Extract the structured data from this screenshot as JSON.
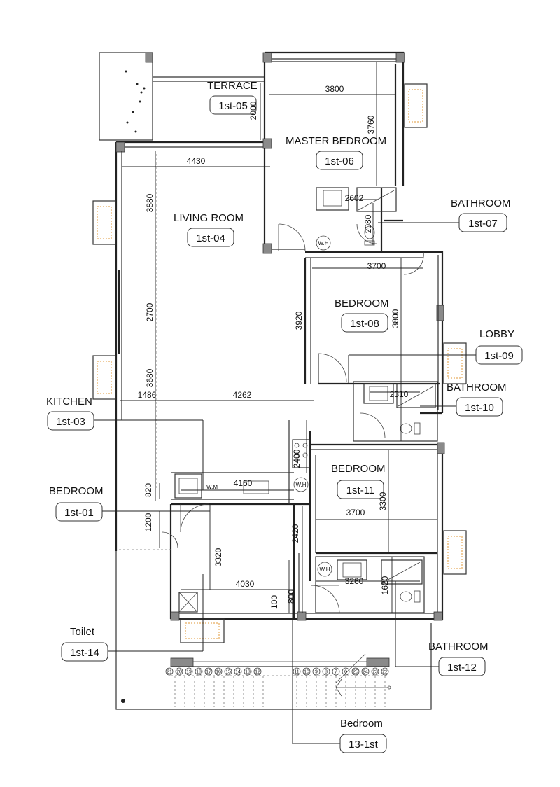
{
  "rooms": {
    "terrace": {
      "name": "TERRACE",
      "tag": "1st-05"
    },
    "master_bedroom": {
      "name": "MASTER BEDROOM",
      "tag": "1st-06"
    },
    "bathroom_07": {
      "name": "BATHROOM",
      "tag": "1st-07"
    },
    "living_room": {
      "name": "LIVING ROOM",
      "tag": "1st-04"
    },
    "bedroom_08": {
      "name": "BEDROOM",
      "tag": "1st-08"
    },
    "lobby": {
      "name": "LOBBY",
      "tag": "1st-09"
    },
    "bathroom_10": {
      "name": "BATHROOM",
      "tag": "1st-10"
    },
    "kitchen": {
      "name": "KITCHEN",
      "tag": "1st-03"
    },
    "bedroom_11": {
      "name": "BEDROOM",
      "tag": "1st-11"
    },
    "bedroom_01": {
      "name": "BEDROOM",
      "tag": "1st-01"
    },
    "toilet": {
      "name": "Toilet",
      "tag": "1st-14"
    },
    "bathroom_12": {
      "name": "BATHROOM",
      "tag": "1st-12"
    },
    "bedroom_13": {
      "name": "Bedroom",
      "tag": "13-1st"
    }
  },
  "dimensions": {
    "d3800_top": "3800",
    "d2000": "2000",
    "d3760": "3760",
    "d4430": "4430",
    "d3880": "3880",
    "d2602": "2602",
    "d2080": "2080",
    "d3700_a": "3700",
    "d3920": "3920",
    "d3800_b": "3800",
    "d2700": "2700",
    "d3680": "3680",
    "d1486": "1486",
    "d4262": "4262",
    "d2310": "2310",
    "d2400": "2400",
    "d820": "820",
    "d4160": "4160",
    "d3300": "3300",
    "d1200": "1200",
    "d3700_b": "3700",
    "d2420": "2420",
    "d3320": "3320",
    "d4030": "4030",
    "d3260": "3260",
    "d1620": "1620",
    "d100": "100",
    "d800": "800"
  },
  "fixtures": {
    "water_heater": "W.H",
    "washing_machine": "W.M"
  },
  "stair_numbers_left": [
    "21",
    "20",
    "19",
    "18",
    "17",
    "16",
    "15",
    "14",
    "13",
    "12"
  ],
  "stair_numbers_right": [
    "11",
    "10",
    "9",
    "8",
    "7",
    "6",
    "25",
    "24",
    "23",
    "22"
  ]
}
